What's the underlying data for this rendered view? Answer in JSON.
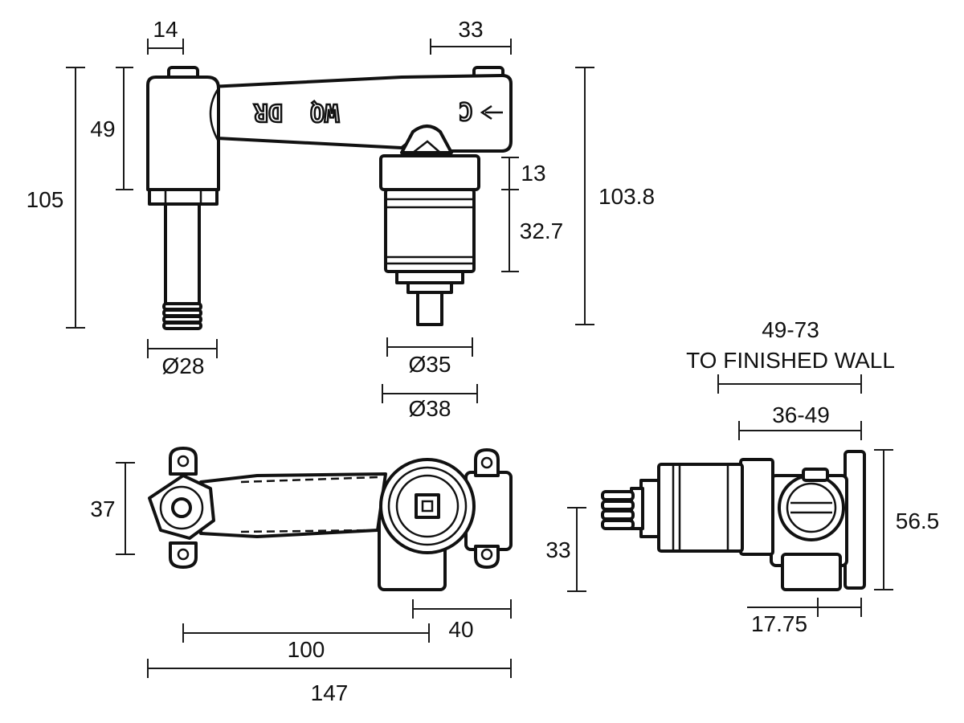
{
  "dimensions": {
    "front_top_14": "14",
    "front_top_33": "33",
    "front_49": "49",
    "front_105": "105",
    "front_13": "13",
    "front_32_7": "32.7",
    "front_103_8": "103.8",
    "front_dia28": "Ø28",
    "front_dia35": "Ø35",
    "front_dia38": "Ø38",
    "top_37": "37",
    "top_40": "40",
    "top_100": "100",
    "top_147": "147",
    "side_wall_range": "49-73",
    "side_wall_caption": "TO FINISHED WALL",
    "side_36_49": "36-49",
    "side_56_5": "56.5",
    "side_33": "33",
    "side_17_75": "17.75"
  },
  "embossed": {
    "left": "WQ",
    "right": "DR",
    "port": "C"
  },
  "colors": {
    "line": "#111111",
    "background": "#ffffff"
  }
}
